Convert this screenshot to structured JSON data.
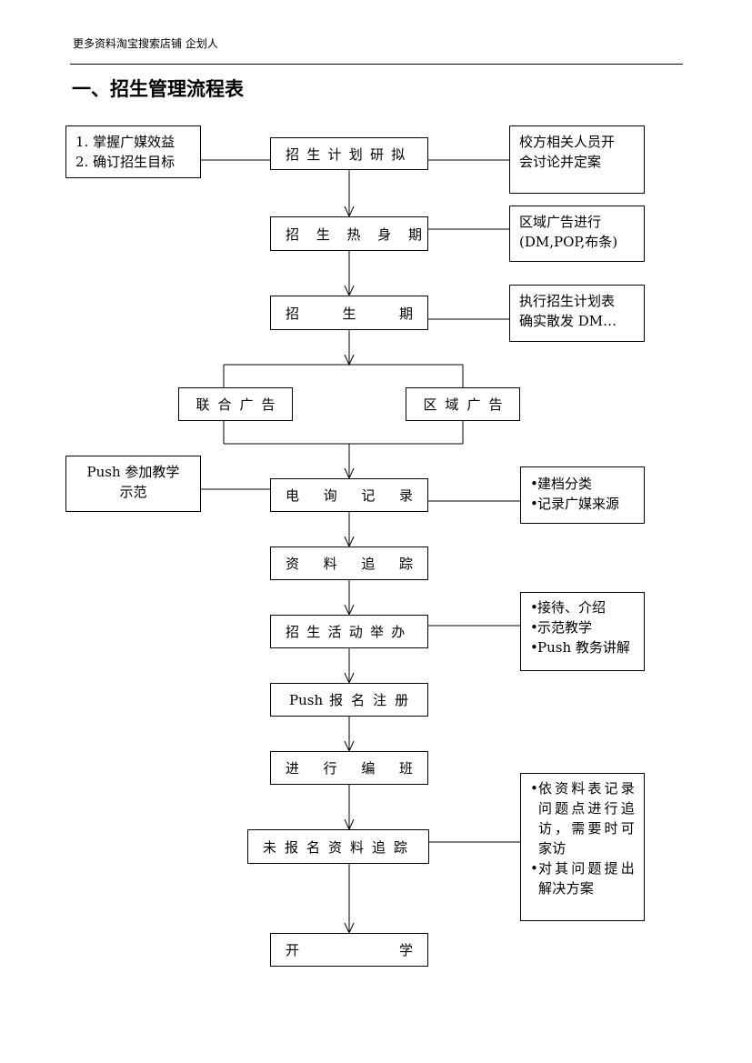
{
  "header": {
    "text": "更多资料淘宝搜索店铺  企划人"
  },
  "title": "一、招生管理流程表",
  "steps": {
    "plan": "招生计划研拟",
    "warmup": "招生热身期",
    "period": [
      "招",
      "生",
      "期"
    ],
    "joint_ad": "联合广告",
    "area_ad": "区域广告",
    "phone": [
      "电",
      "询",
      "记",
      "录"
    ],
    "tracking": [
      "资",
      "料",
      "追",
      "踪"
    ],
    "activity": "招生活动举办",
    "register_prefix": "Push",
    "register": "报名注册",
    "class": [
      "进",
      "行",
      "编",
      "班"
    ],
    "followup": "未报名资料追踪",
    "start": [
      "开",
      "学"
    ]
  },
  "notes": {
    "left_top": [
      "1. 掌握广媒效益",
      "2. 确订招生目标"
    ],
    "right_plan": [
      "校方相关人员开",
      "会讨论并定案"
    ],
    "right_warmup": [
      "区域广告进行",
      "(DM,POP,布条)"
    ],
    "right_period": [
      "执行招生计划表",
      "确实散发 DM…"
    ],
    "left_phone": [
      "Push 参加教学",
      "示范"
    ],
    "right_phone": [
      "建档分类",
      "记录广媒来源"
    ],
    "right_activity": [
      "接待、介绍",
      "示范教学",
      "Push 教务讲解"
    ],
    "right_followup": [
      "依资料表记录问题点进行追访，需要时可家访",
      "对其问题提出解决方案"
    ]
  }
}
